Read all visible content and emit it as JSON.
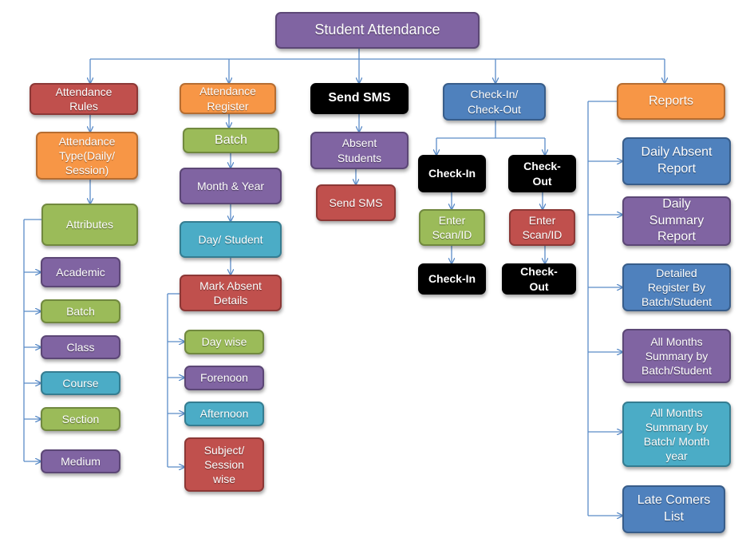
{
  "title": "Student Attendance",
  "columns": {
    "rules": {
      "header": "Attendance\nRules",
      "type": "Attendance\nType(Daily/\nSession)",
      "attributes": "Attributes",
      "items": [
        "Academic",
        "Batch",
        "Class",
        "Course",
        "Section",
        "Medium"
      ]
    },
    "register": {
      "header": "Attendance\nRegister",
      "batch": "Batch",
      "month_year": "Month & Year",
      "day_student": "Day/ Student",
      "mark_absent": "Mark Absent\nDetails",
      "items": [
        "Day wise",
        "Forenoon",
        "Afternoon",
        "Subject/\nSession\nwise"
      ]
    },
    "sms": {
      "header": "Send SMS",
      "absent_students": "Absent\nStudents",
      "send_sms": "Send SMS"
    },
    "checkin": {
      "header": "Check-In/\nCheck-Out",
      "in": {
        "label": "Check-In",
        "scan": "Enter\nScan/ID",
        "final": "Check-In"
      },
      "out": {
        "label": "Check-\nOut",
        "scan": "Enter\nScan/ID",
        "final": "Check-\nOut"
      }
    },
    "reports": {
      "header": "Reports",
      "items": [
        "Daily Absent\nReport",
        "Daily\nSummary\nReport",
        "Detailed\nRegister By\nBatch/Student",
        "All Months\nSummary by\nBatch/Student",
        "All Months\nSummary by\nBatch/ Month\nyear",
        "Late Comers\nList"
      ]
    }
  },
  "colors": {
    "connector": "#5b8cc8",
    "purple": "#8064a2",
    "red": "#c0504d",
    "orange": "#f79646",
    "green": "#9bbb59",
    "teal": "#4bacc6",
    "blue": "#4f81bd",
    "black": "#000000"
  }
}
